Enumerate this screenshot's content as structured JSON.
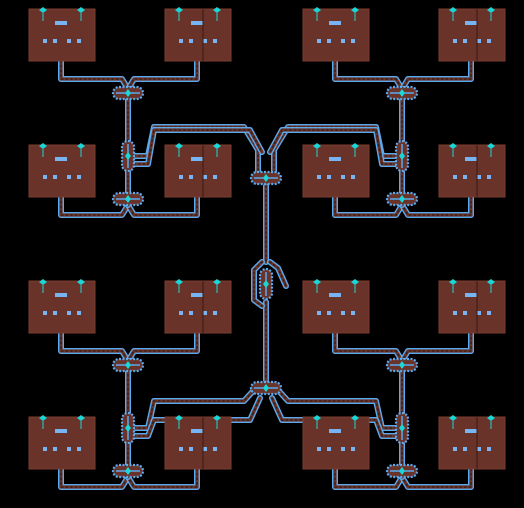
{
  "colors": {
    "background": "#000000",
    "pad_fill": "#6a3329",
    "pad_edge": "#7a3d30",
    "trace": "#6a3329",
    "via_outline": "#5aaaf0",
    "via_dot": "#3a2015",
    "pin_marker": "#1ad6d6",
    "pad_contact": "#79b4f2",
    "center_dot": "#b9e0ff"
  },
  "layout": {
    "pad_count": 16,
    "splitter_count": 15,
    "tree_levels": 4
  }
}
